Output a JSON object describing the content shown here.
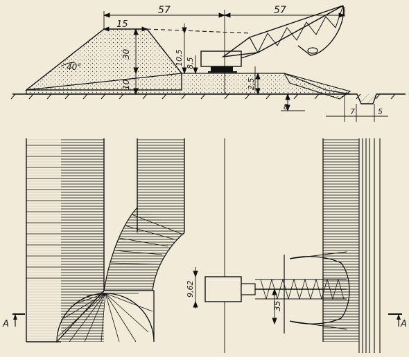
{
  "section_view": {
    "dim_top_left": "57",
    "dim_top_right": "57",
    "dim_crest_width": "15",
    "dim_slope_angle": "40°",
    "dim_stockpile_height": "30",
    "dim_base_height": "10",
    "dim_machine_height_a": "10,5",
    "dim_machine_height_b": "8,5",
    "dim_berm_height": "2,5",
    "dim_pit_depth": "8",
    "dim_ditch_a": "7",
    "dim_ditch_b": "5"
  },
  "plan_view": {
    "dim_machine_width": "9,62",
    "dim_boom_reach": "35",
    "section_mark_left": "A",
    "section_mark_right": "A"
  }
}
